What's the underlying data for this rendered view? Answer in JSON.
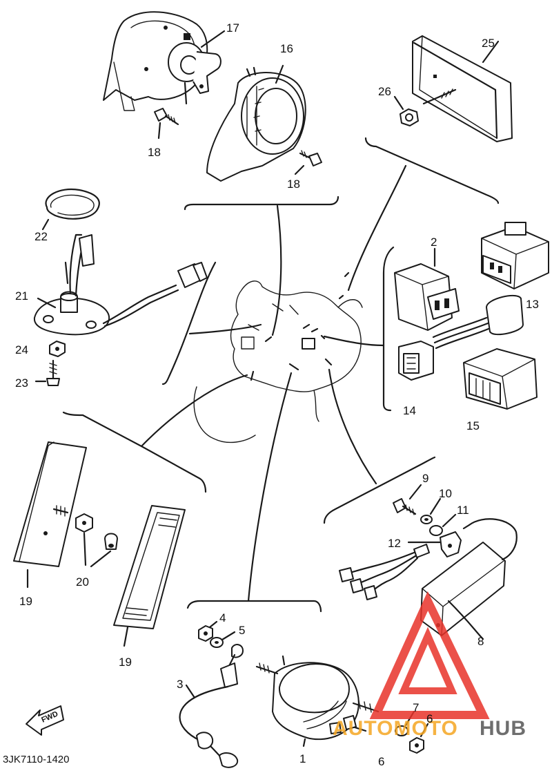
{
  "diagram_code": "3JK7110-1420",
  "fwd_label": "FWD",
  "watermark": {
    "part1": "AUTOMOTO",
    "part2": "HUB",
    "color1": "#f5a623",
    "color2": "#555555",
    "logo_color": "#e8332a"
  },
  "part_numbers": {
    "p1": "1",
    "p2": "2",
    "p3": "3",
    "p4": "4",
    "p5": "5",
    "p6a": "6",
    "p6b": "6",
    "p7": "7",
    "p8": "8",
    "p9": "9",
    "p10": "10",
    "p11": "11",
    "p12": "12",
    "p13": "13",
    "p14": "14",
    "p15": "15",
    "p16": "16",
    "p17": "17",
    "p18a": "18",
    "p18b": "18",
    "p19a": "19",
    "p19b": "19",
    "p20": "20",
    "p21": "21",
    "p22": "22",
    "p23": "23",
    "p24": "24",
    "p25": "25",
    "p26": "26"
  }
}
